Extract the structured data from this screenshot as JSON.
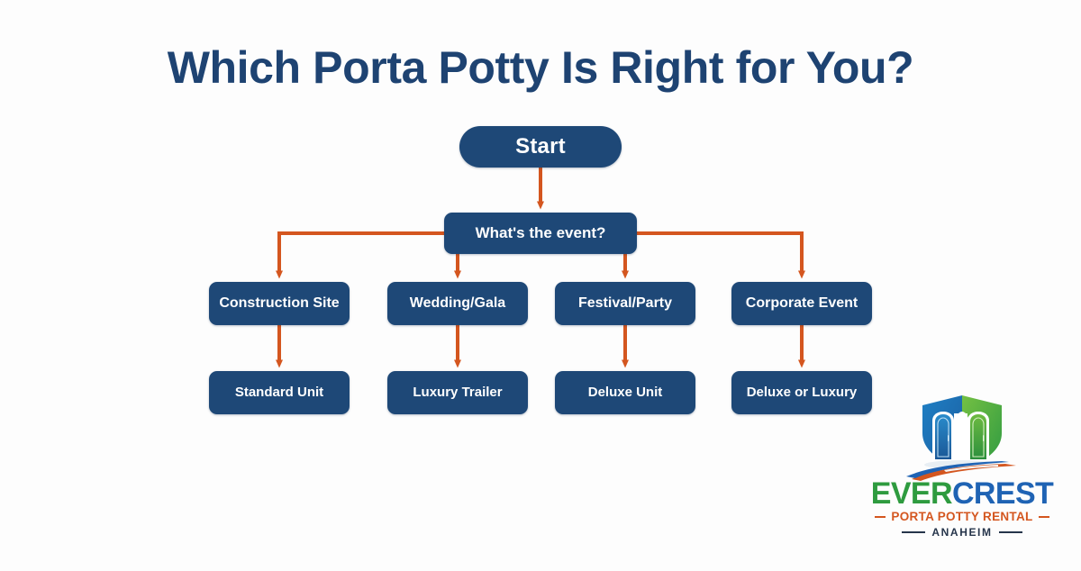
{
  "page": {
    "title": "Which Porta Potty Is Right for You?",
    "background_color": "#fdfdfd"
  },
  "theme": {
    "node_fill": "#1e4877",
    "node_text": "#ffffff",
    "connector": "#d4561f",
    "title_color": "#1e4372"
  },
  "flowchart": {
    "type": "decision-tree",
    "start": {
      "label": "Start",
      "shape": "pill"
    },
    "decision": {
      "label": "What's the event?",
      "shape": "rounded-rect"
    },
    "branches": [
      {
        "event": "Construction Site",
        "recommendation": "Standard Unit"
      },
      {
        "event": "Wedding/Gala",
        "recommendation": "Luxury Trailer"
      },
      {
        "event": "Festival/Party",
        "recommendation": "Deluxe Unit"
      },
      {
        "event": "Corporate Event",
        "recommendation": "Deluxe or Luxury"
      }
    ]
  },
  "logo": {
    "name_part1": "EVER",
    "name_part2": "CREST",
    "tagline": "PORTA POTTY RENTAL",
    "city": "ANAHEIM",
    "mark": "shield-porta-potty-icon",
    "colors": {
      "ever": "#2e9b3f",
      "crest": "#1f63b4",
      "tagline": "#d4561f",
      "city": "#26354b"
    }
  }
}
